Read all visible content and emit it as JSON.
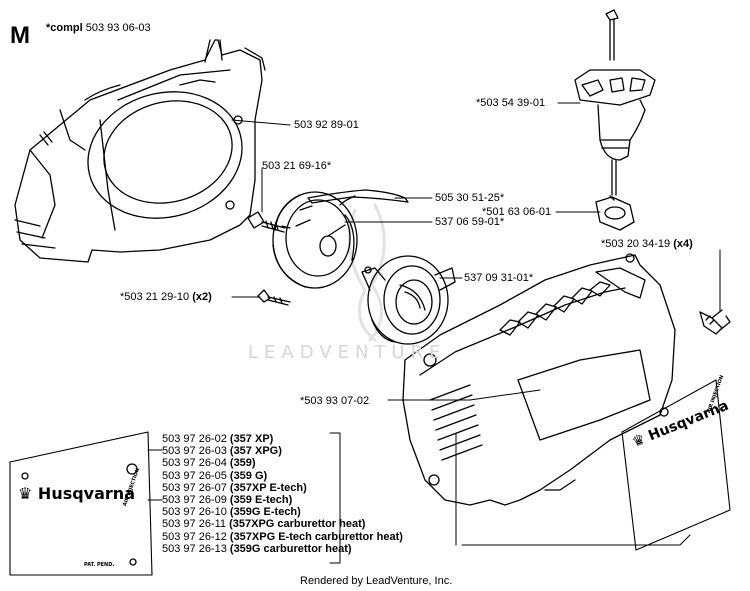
{
  "header": {
    "section_letter": "M",
    "compl_prefix": "*compl",
    "compl_number": "503 93 06-03"
  },
  "watermark": "LEADVENTURE",
  "decals": {
    "brand_left": "Husqvarna",
    "air_injection_left": "AIR INJECTION",
    "patent_left": "PAT. PEND.",
    "brand_right": "Husqvarna",
    "air_injection_right": "AIR INJECTION"
  },
  "part_labels": [
    {
      "id": "p1",
      "text": "503 92 89-01",
      "qty": ""
    },
    {
      "id": "p2",
      "text": "503 21 69-16*",
      "qty": ""
    },
    {
      "id": "p3",
      "text": "505 30 51-25*",
      "qty": ""
    },
    {
      "id": "p4",
      "text": "537 06 59-01*",
      "qty": ""
    },
    {
      "id": "p5",
      "text": "537 09 31-01*",
      "qty": ""
    },
    {
      "id": "p6",
      "text": "*503 21 29-10",
      "qty": "(x2)"
    },
    {
      "id": "p7",
      "text": "*503 54 39-01",
      "qty": ""
    },
    {
      "id": "p8",
      "text": "*501 63 06-01",
      "qty": ""
    },
    {
      "id": "p9",
      "text": "*503 20 34-19",
      "qty": "(x4)"
    },
    {
      "id": "p10",
      "text": "*503 93 07-02",
      "qty": ""
    }
  ],
  "model_list": [
    {
      "number": "503 97 26-02",
      "model": "(357 XP)"
    },
    {
      "number": "503 97 26-03",
      "model": "(357 XPG)"
    },
    {
      "number": "503 97 26-04",
      "model": "(359)"
    },
    {
      "number": "503 97 26-05",
      "model": "(359 G)"
    },
    {
      "number": "503 97 26-07",
      "model": "(357XP E-tech)"
    },
    {
      "number": "503 97 26-09",
      "model": "(359 E-tech)"
    },
    {
      "number": "503 97 26-10",
      "model": "(359G E-tech)"
    },
    {
      "number": "503 97 26-11",
      "model": "(357XPG carburettor heat)"
    },
    {
      "number": "503 97 26-12",
      "model": "(357XPG E-tech carburettor heat)"
    },
    {
      "number": "503 97 26-13",
      "model": "(359G carburettor heat)"
    }
  ],
  "footer": "Rendered by LeadVenture, Inc."
}
